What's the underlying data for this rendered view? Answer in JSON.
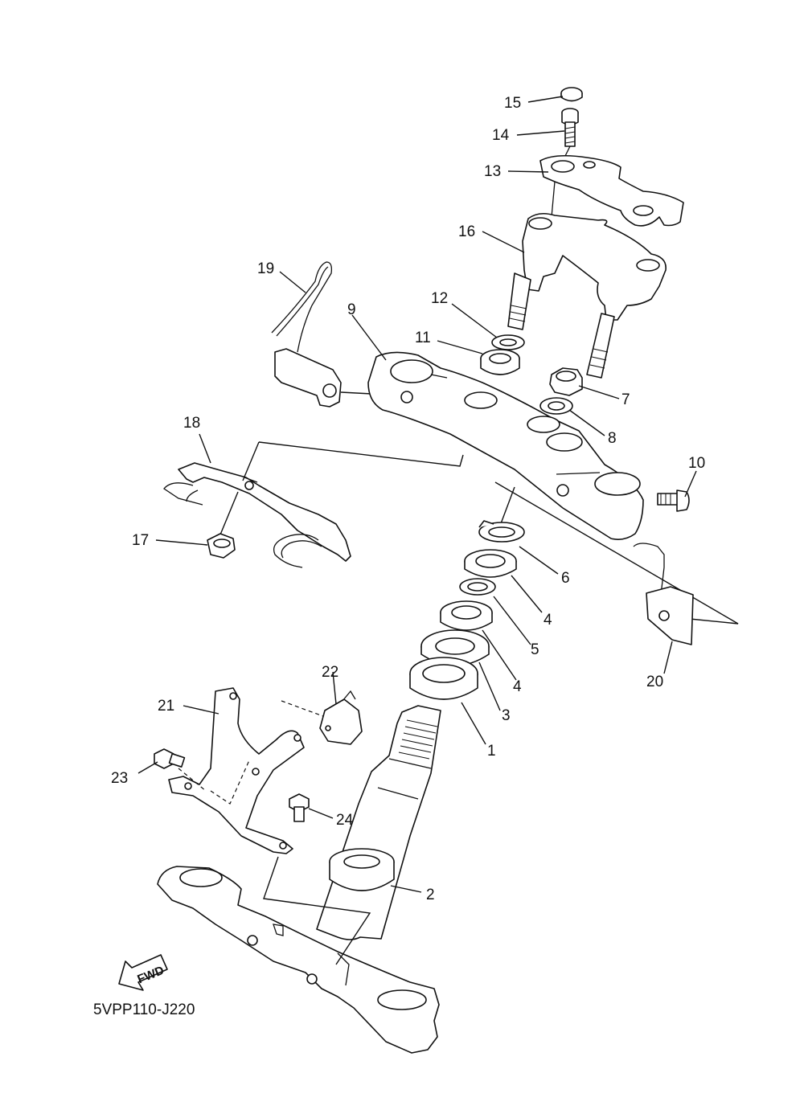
{
  "diagram": {
    "code": "5VPP110-J220",
    "fwd_label": "FWD",
    "callouts": [
      "15",
      "14",
      "13",
      "16",
      "19",
      "12",
      "9",
      "11",
      "7",
      "8",
      "18",
      "10",
      "17",
      "6",
      "4",
      "5",
      "20",
      "22",
      "4",
      "21",
      "3",
      "1",
      "23",
      "24",
      "2"
    ]
  },
  "colors": {
    "line": "#111111",
    "fill": "#ffffff",
    "background": "#ffffff"
  },
  "icons": {
    "fwd": "fwd-arrow-icon"
  }
}
